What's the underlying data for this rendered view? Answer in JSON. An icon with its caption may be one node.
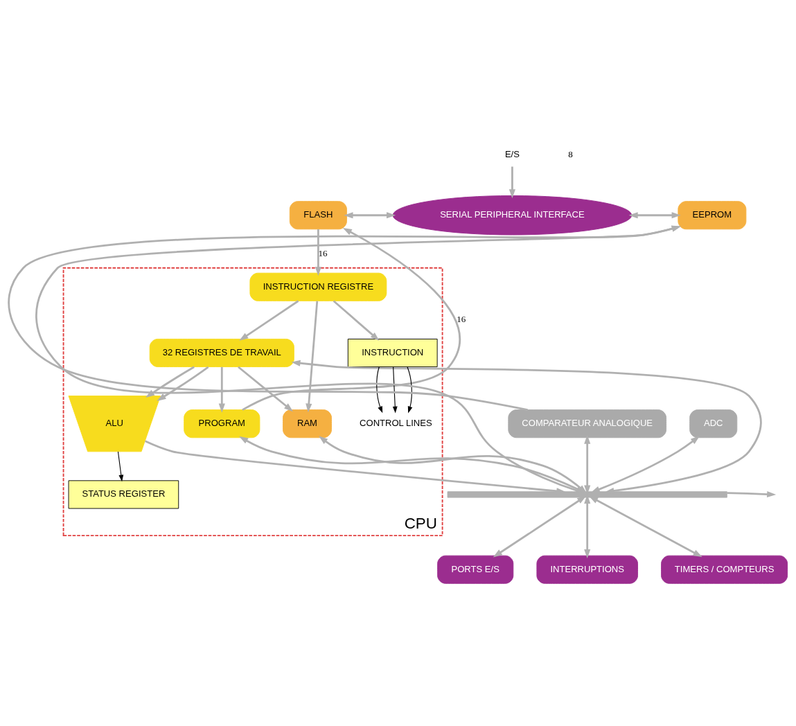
{
  "diagram": {
    "nodes": [
      {
        "text": [
          "E/S"
        ]
      },
      {
        "text": [
          "FLASH"
        ]
      },
      {
        "text": [
          "SERIAL PERIPHERAL INTERFACE"
        ]
      },
      {
        "text": [
          "EEPROM"
        ]
      },
      {
        "text": [
          "CPU"
        ]
      },
      {
        "text": [
          "PROGRAM"
        ],
        "in": 4
      },
      {
        "text": [
          "INSTRUCTION REGISTRE"
        ],
        "in": 4
      },
      {
        "text": [
          "32 REGISTRES DE TRAVAIL"
        ],
        "in": 4
      },
      {
        "text": [
          "CONTROL LINES"
        ],
        "in": 4
      },
      {
        "text": [
          "INSTRUCTION"
        ],
        "in": 4
      },
      {
        "text": [
          "RAM"
        ],
        "in": 4
      },
      {
        "text": [
          "ALU"
        ],
        "in": 4
      },
      {
        "text": [
          "STATUS REGISTER"
        ],
        "in": 4
      },
      {
        "text": [
          "COMPARATEUR ANALOGIQUE"
        ]
      },
      {
        "text": [
          "ADC"
        ]
      },
      {
        "text": [],
        "shape": "bar"
      },
      {
        "text": [
          "PORTS E/S"
        ]
      },
      {
        "text": [
          "INTERRUPTIONS"
        ]
      },
      {
        "text": [
          "TIMERS / COMPTEURS"
        ]
      }
    ],
    "edges": [
      {
        "from": 0,
        "to": 2,
        "arrow": "to"
      },
      {
        "from": 1,
        "to": 2,
        "arrow": "both"
      },
      {
        "from": 2,
        "to": 3,
        "arrow": "both"
      },
      {
        "from": 1,
        "to": 6,
        "arrow": "to",
        "label": "16"
      },
      {
        "from": 5,
        "to": 1,
        "arrow": "to",
        "label": "16"
      },
      {
        "from": 6,
        "to": 7,
        "arrow": "to"
      },
      {
        "from": 7,
        "to": 5,
        "arrow": "to"
      },
      {
        "from": 6,
        "to": 9,
        "arrow": "to"
      },
      {
        "from": 6,
        "to": 10,
        "arrow": "to"
      },
      {
        "from": 7,
        "to": 10,
        "arrow": "to"
      },
      {
        "from": 7,
        "to": 11,
        "arrow": "to"
      },
      {
        "from": 7,
        "to": 11,
        "arrow": "to"
      },
      {
        "from": 11,
        "to": 12,
        "arrow": "to",
        "color": "#000000"
      },
      {
        "from": 9,
        "to": 8,
        "arrow": "to",
        "color": "#000000"
      },
      {
        "from": 9,
        "to": 8,
        "arrow": "to",
        "color": "#000000"
      },
      {
        "from": 9,
        "to": 8,
        "arrow": "to",
        "color": "#000000"
      },
      {
        "from": 5,
        "to": 15,
        "arrow": "both"
      },
      {
        "from": 7,
        "to": 15,
        "arrow": "both"
      },
      {
        "from": 15,
        "to": 3,
        "arrow": "to"
      },
      {
        "from": 13,
        "to": 3,
        "arrow": "to"
      },
      {
        "from": 13,
        "to": 15,
        "arrow": "both"
      },
      {
        "from": 14,
        "to": 15,
        "arrow": "both"
      },
      {
        "from": 10,
        "to": 15,
        "arrow": "both"
      },
      {
        "from": 11,
        "to": 15,
        "arrow": "to"
      },
      {
        "from": 15,
        "to": null,
        "arrow": "to"
      },
      {
        "from": 15,
        "to": 16,
        "arrow": "both"
      },
      {
        "from": 15,
        "to": 17,
        "arrow": "both"
      },
      {
        "from": 15,
        "to": 18,
        "arrow": "both"
      }
    ],
    "labels": [
      "8"
    ]
  }
}
